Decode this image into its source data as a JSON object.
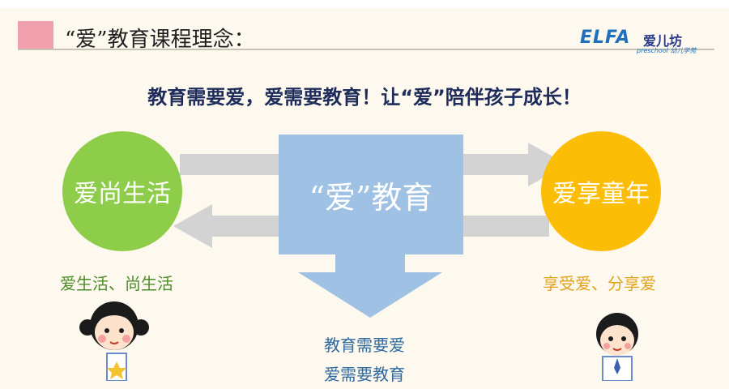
{
  "header": {
    "title": "“爱”教育课程理念："
  },
  "logo": {
    "word": "ELFA",
    "cn": "爱儿坊",
    "sub": "preschool 幼儿学苑"
  },
  "slogan": "教育需要爱，爱需要教育！让“爱”陪伴孩子成长！",
  "diagram": {
    "center": "“爱”教育",
    "left_circle": "爱尚生活",
    "right_circle": "爱享童年",
    "left_caption": "爱生活、尚生活",
    "right_caption": "享受爱、分享爱",
    "bottom_lines": [
      "教育需要爱",
      "爱需要教育"
    ]
  },
  "colors": {
    "green": "#8ecd4a",
    "yellow": "#fbbd06",
    "blue": "#9fc1e4",
    "arrow_gray": "#d3d3d3",
    "pink": "#f1a0ae"
  }
}
